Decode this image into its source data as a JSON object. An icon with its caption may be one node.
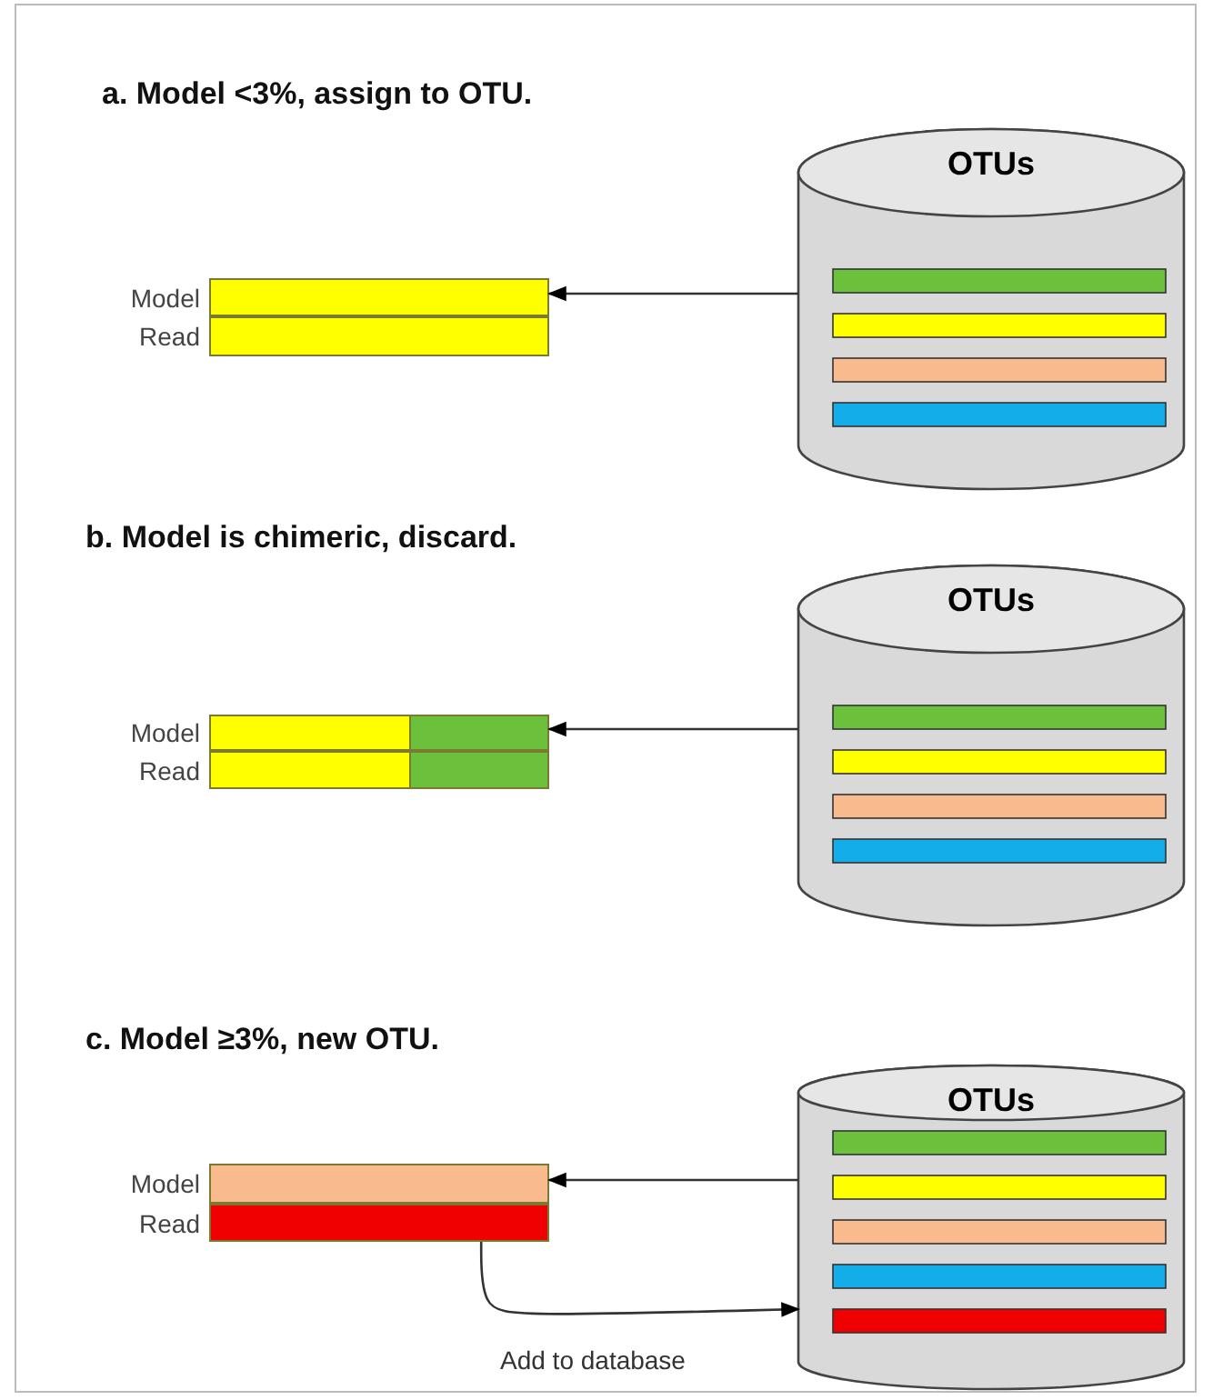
{
  "diagram": {
    "nodes": [
      {
        "text": [],
        "shape": "bar",
        "beside": [
          "Model"
        ]
      },
      {
        "text": [],
        "shape": "bar",
        "beside": [
          "Read"
        ]
      },
      {
        "text": [
          "OTUs"
        ]
      },
      {
        "text": [],
        "shape": "bar",
        "beside": [
          "Model"
        ]
      },
      {
        "text": [],
        "shape": "bar",
        "beside": [
          "Read"
        ]
      },
      {
        "text": [
          "OTUs"
        ]
      },
      {
        "text": [],
        "shape": "bar",
        "beside": [
          "Model"
        ]
      },
      {
        "text": [],
        "shape": "bar",
        "beside": [
          "Read"
        ]
      },
      {
        "text": [
          "OTUs"
        ]
      }
    ],
    "edges": [
      {
        "from": 2,
        "to": 0,
        "arrow": "to"
      },
      {
        "from": 5,
        "to": 3,
        "arrow": "to"
      },
      {
        "from": 8,
        "to": 6,
        "arrow": "to"
      },
      {
        "from": 7,
        "to": 8,
        "arrow": "to",
        "label": "Add to database"
      }
    ],
    "labels": [
      "a. Model <3%, assign to OTU.",
      "b. Model is chimeric, discard.",
      "c. Model ≥3%, new OTU."
    ]
  }
}
